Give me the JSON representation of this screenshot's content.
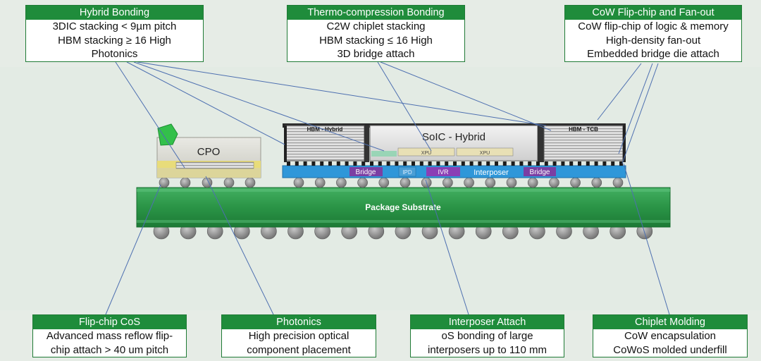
{
  "callouts": {
    "hybrid_bonding": {
      "title": "Hybrid Bonding",
      "lines": [
        "3DIC stacking < 9µm pitch",
        "HBM stacking ≥ 16 High",
        "Photonics"
      ]
    },
    "thermo_compression": {
      "title": "Thermo-compression Bonding",
      "lines": [
        "C2W chiplet stacking",
        "HBM stacking ≤ 16 High",
        "3D bridge attach"
      ]
    },
    "cow_flipchip": {
      "title": "CoW Flip-chip and Fan-out",
      "lines": [
        "CoW flip-chip of logic & memory",
        "High-density fan-out",
        "Embedded bridge die attach"
      ]
    },
    "flipchip_cos": {
      "title": "Flip-chip CoS",
      "lines": [
        "Advanced mass reflow flip-",
        "chip attach > 40 um pitch"
      ]
    },
    "photonics": {
      "title": "Photonics",
      "lines": [
        "High precision optical",
        "component placement"
      ]
    },
    "interposer_attach": {
      "title": "Interposer Attach",
      "lines": [
        "oS bonding of large",
        "interposers up to 110 mm"
      ]
    },
    "chiplet_molding": {
      "title": "Chiplet Molding",
      "lines": [
        "CoW encapsulation",
        "CoWoS molded underfill"
      ]
    }
  },
  "package": {
    "cpo": "CPO",
    "hbm_hybrid": "HBM - Hybrid",
    "soic": "SoIC - Hybrid",
    "xpu_1": "XPU",
    "xpu_2": "XPU",
    "hbm_tcb": "HBM - TCB",
    "bridge_left": "Bridge",
    "ipd": "IPD",
    "ivr": "IVR",
    "interposer": "Interposer",
    "bridge_right": "Bridge",
    "substrate": "Package Substrate"
  },
  "colors": {
    "callout_header": "#1f8c3b",
    "substrate": "#2e9b4c",
    "interposer": "#2f97d9",
    "bridge": "#7b3fa3",
    "pic_green": "#33c04a",
    "leader_line": "#4d6fb0"
  }
}
